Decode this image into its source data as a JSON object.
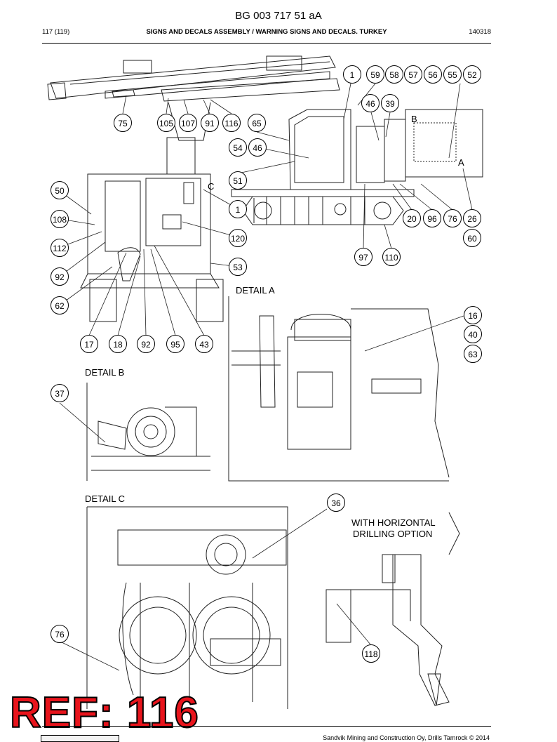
{
  "document": {
    "doc_code": "BG 003 717 51 aA",
    "page": "117 (119)",
    "section_title": "SIGNS AND DECALS ASSEMBLY / WARNING SIGNS AND DECALS. TURKEY",
    "date_code": "140318"
  },
  "drawing": {
    "detail_a": "DETAIL A",
    "detail_b": "DETAIL B",
    "detail_c": "DETAIL C",
    "letter_a": "A",
    "letter_b": "B",
    "letter_c": "C",
    "option_note_line1": "WITH HORIZONTAL",
    "option_note_line2": "DRILLING OPTION",
    "callouts": [
      "1",
      "59",
      "58",
      "57",
      "56",
      "55",
      "52",
      "46",
      "39",
      "75",
      "105",
      "107",
      "91",
      "116",
      "65",
      "54",
      "46",
      "51",
      "50",
      "108",
      "112",
      "92",
      "62",
      "17",
      "18",
      "92",
      "95",
      "43",
      "1",
      "120",
      "53",
      "20",
      "96",
      "76",
      "26",
      "60",
      "97",
      "110",
      "16",
      "40",
      "63",
      "37",
      "36",
      "76",
      "118"
    ]
  },
  "stamp": {
    "text": "REF: 116"
  },
  "footer": {
    "copyright": "Sandvik Mining and Construction Oy, Drills Tamrock © 2014"
  }
}
